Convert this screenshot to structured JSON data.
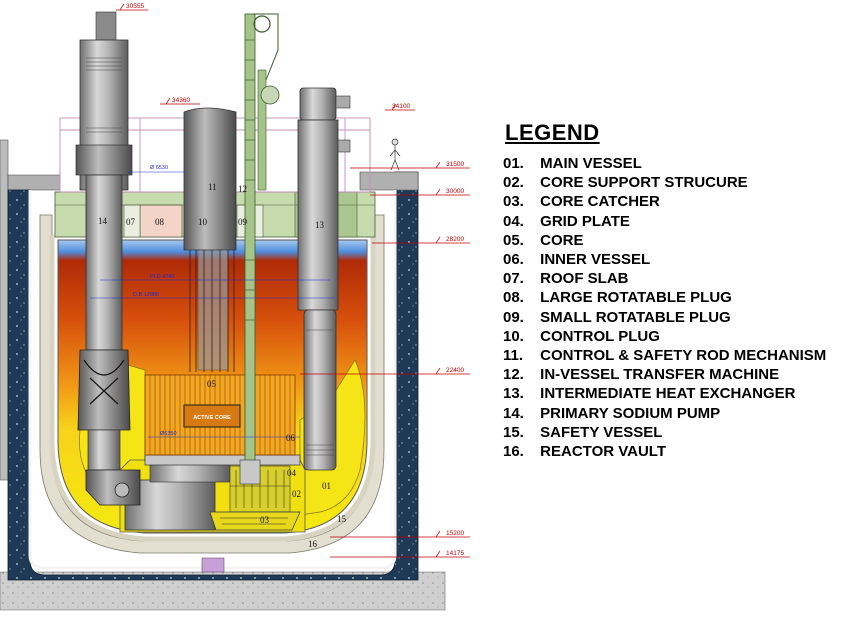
{
  "legend": {
    "title": "LEGEND",
    "items": [
      {
        "num": "01.",
        "label": "MAIN VESSEL"
      },
      {
        "num": "02.",
        "label": "CORE SUPPORT STRUCURE"
      },
      {
        "num": "03.",
        "label": "CORE CATCHER"
      },
      {
        "num": "04.",
        "label": "GRID PLATE"
      },
      {
        "num": "05.",
        "label": "CORE"
      },
      {
        "num": "06.",
        "label": "INNER VESSEL"
      },
      {
        "num": "07.",
        "label": "ROOF SLAB"
      },
      {
        "num": "08.",
        "label": "LARGE ROTATABLE PLUG"
      },
      {
        "num": "09.",
        "label": "SMALL ROTATABLE PLUG"
      },
      {
        "num": "10.",
        "label": "CONTROL PLUG"
      },
      {
        "num": "11.",
        "label": "CONTROL & SAFETY ROD MECHANISM"
      },
      {
        "num": "12.",
        "label": "IN-VESSEL TRANSFER MACHINE"
      },
      {
        "num": "13.",
        "label": "INTERMEDIATE HEAT EXCHANGER"
      },
      {
        "num": "14.",
        "label": "PRIMARY SODIUM PUMP"
      },
      {
        "num": "15.",
        "label": "SAFETY VESSEL"
      },
      {
        "num": "16.",
        "label": "REACTOR VAULT"
      }
    ]
  },
  "diagram": {
    "elevations": [
      "30555",
      "34360",
      "34100",
      "31500",
      "30000",
      "28200",
      "22400",
      "15200",
      "14175"
    ],
    "dimensions": [
      "Ø 6530",
      "PLD 9740",
      "D.B 12980",
      "Ø6350"
    ],
    "core_label": "ACTIVE CORE",
    "part_labels": [
      "01",
      "02",
      "03",
      "04",
      "05",
      "06",
      "07",
      "08",
      "09",
      "10",
      "11",
      "12",
      "13",
      "14",
      "15",
      "16"
    ],
    "colors": {
      "concrete": "#1f3a56",
      "vessel": "#e3dfd0",
      "sodium_hot": "#cf3a0a",
      "sodium_mid": "#ea8a12",
      "sodium_cold": "#f4ea10",
      "steel": "#9a9a9a",
      "roof_green": "#c7dcae",
      "elevation_red": "#c00000",
      "dimension_blue": "#1d2bd6"
    }
  }
}
